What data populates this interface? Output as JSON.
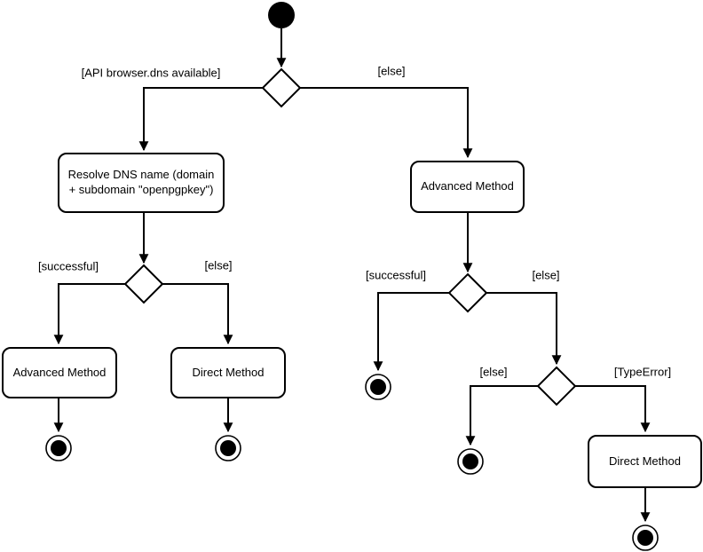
{
  "diagram": {
    "kind": "uml-activity-diagram",
    "colors": {
      "background": "#ffffff",
      "stroke": "#000000",
      "node_fill": "#ffffff",
      "text": "#000000"
    },
    "activities": {
      "resolve_dns": "Resolve DNS name (domain + subdomain \"openpgpkey\")",
      "advanced_method_left": "Advanced Method",
      "direct_method_left": "Direct Method",
      "advanced_method_right": "Advanced Method",
      "direct_method_right": "Direct Method"
    },
    "edge_labels": {
      "api_browser_dns_available": "[API browser.dns available]",
      "else_top": "[else]",
      "successful_left": "[successful]",
      "else_left": "[else]",
      "successful_right": "[successful]",
      "else_right": "[else]",
      "else_nested": "[else]",
      "type_error": "[TypeError]"
    }
  }
}
